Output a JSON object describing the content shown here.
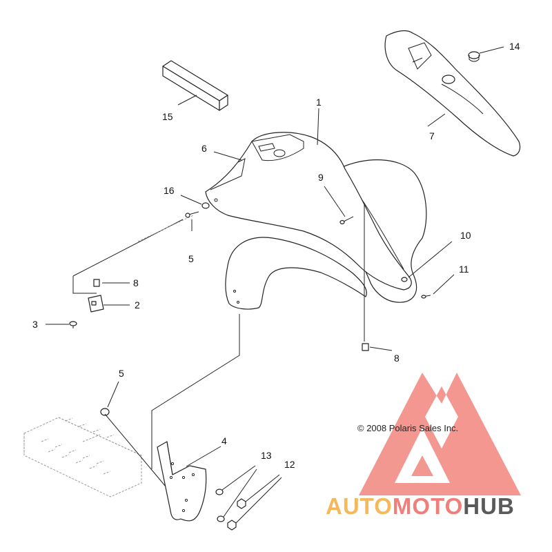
{
  "callouts": [
    "1",
    "2",
    "3",
    "4",
    "5",
    "5",
    "6",
    "7",
    "8",
    "8",
    "9",
    "10",
    "11",
    "12",
    "13",
    "14",
    "15",
    "16"
  ],
  "copyright": "© 2008 Polaris Sales Inc.",
  "watermark": {
    "parts": [
      "AUTO",
      "MOTO",
      "HUB"
    ],
    "colors": [
      "#f5b85a",
      "#ef7f7a",
      "#5a5a5a"
    ],
    "mark_color": "#f2857e"
  }
}
